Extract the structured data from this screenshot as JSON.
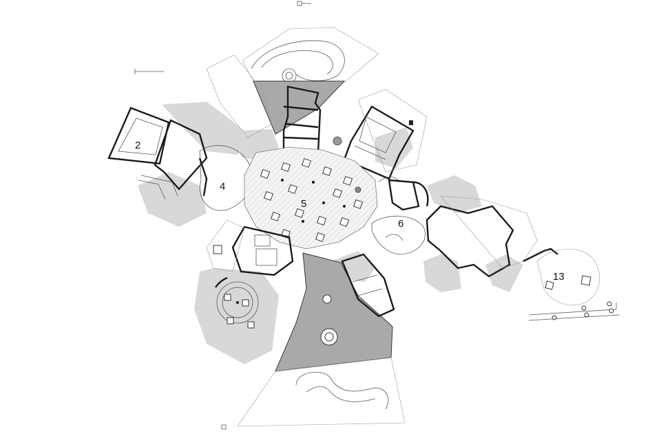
{
  "plan": {
    "room_labels": [
      {
        "id": "room-2",
        "text": "2"
      },
      {
        "id": "room-4",
        "text": "4"
      },
      {
        "id": "room-5",
        "text": "5"
      },
      {
        "id": "room-6",
        "text": "6"
      },
      {
        "id": "room-13",
        "text": "13"
      }
    ]
  }
}
